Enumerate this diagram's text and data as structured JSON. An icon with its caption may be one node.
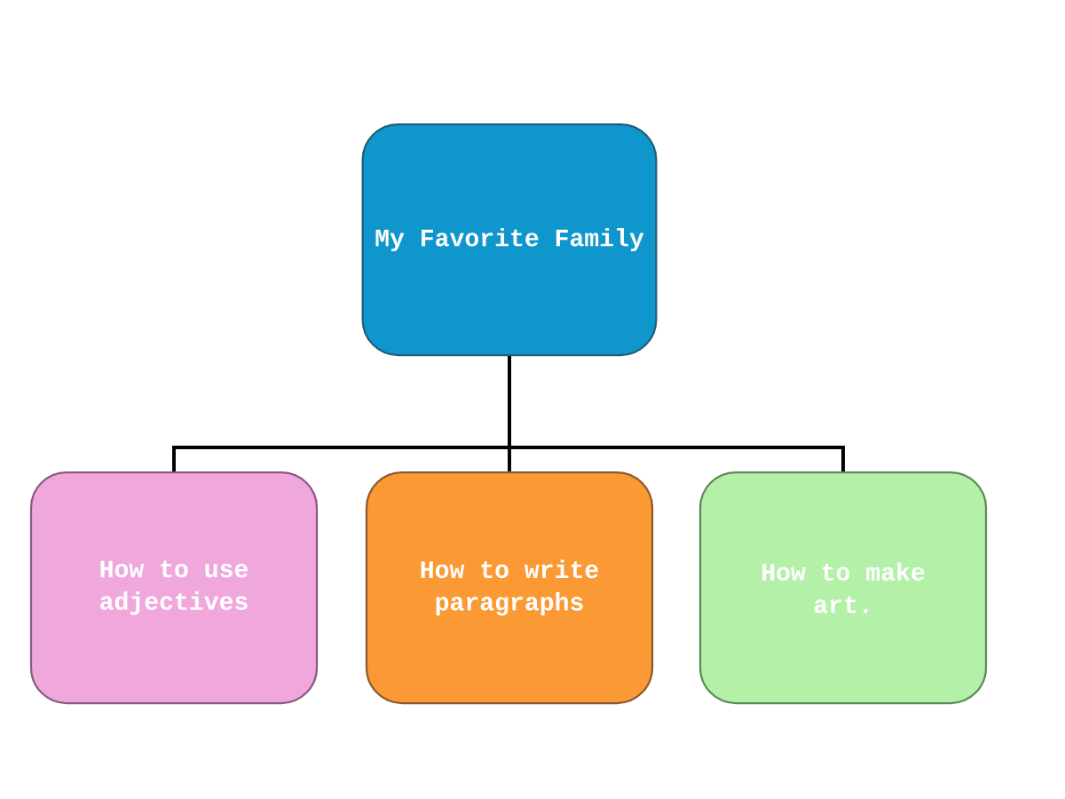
{
  "diagram": {
    "nodes": [
      {
        "text": [
          "My Favorite Family"
        ]
      },
      {
        "text": [
          "How to use adjectives"
        ]
      },
      {
        "text": [
          "How to write paragraphs"
        ]
      },
      {
        "text": [
          "How to make art."
        ]
      }
    ],
    "edges": [
      {
        "from": 0,
        "to": 1,
        "arrow": "none"
      },
      {
        "from": 0,
        "to": 2,
        "arrow": "none"
      },
      {
        "from": 0,
        "to": 3,
        "arrow": "none"
      }
    ]
  }
}
